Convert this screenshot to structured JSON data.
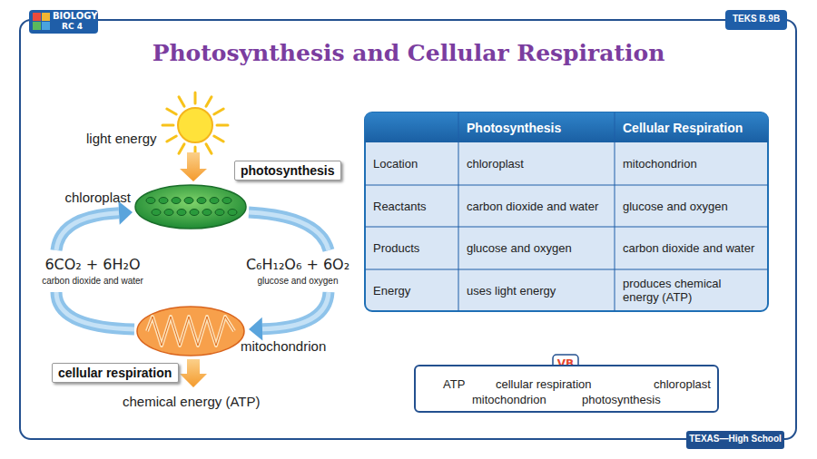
{
  "diagram": {
    "title": "Photosynthesis and Cellular Respiration",
    "nodes": [
      {
        "text": [
          "photosynthesis"
        ]
      },
      {
        "text": [
          "chloroplast"
        ]
      },
      {
        "text": [
          "mitochondrion"
        ]
      },
      {
        "text": [
          "cellular respiration"
        ]
      },
      {
        "text": [
          "ATP",
          "cellular respiration",
          "chloroplast",
          "mitochondrion",
          "photosynthesis"
        ]
      }
    ],
    "edges": [
      {
        "from": 1,
        "to": 2,
        "arrow": "to"
      },
      {
        "from": 2,
        "to": 1,
        "arrow": "to"
      }
    ],
    "labels": [
      "BIOLOGY",
      "RC 4",
      "TEKS B.9B",
      "light energy",
      "6CO₂ + 6H₂O",
      "carbon dioxide and water",
      "C₆H₁₂O₆ + 6O₂",
      "glucose and oxygen",
      "chemical energy (ATP)",
      "Photosynthesis",
      "Cellular Respiration",
      "Location",
      "chloroplast",
      "mitochondrion",
      "Reactants",
      "carbon dioxide and water",
      "glucose and oxygen",
      "Products",
      "glucose and oxygen",
      "carbon dioxide and water",
      "Energy",
      "uses light energy",
      "produces chemical energy (ATP)",
      "VB",
      "TEXAS—High School"
    ]
  }
}
